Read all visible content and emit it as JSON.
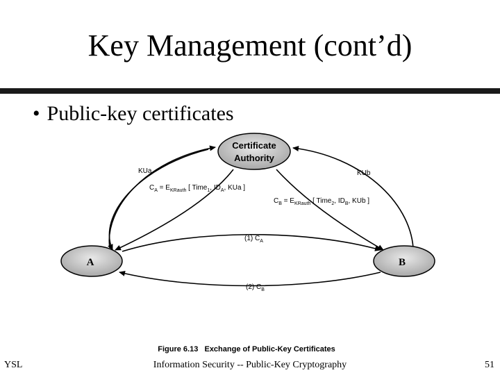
{
  "slide": {
    "title": "Key Management (cont’d)",
    "bullet": "Public-key certificates",
    "bullet_marker": "•"
  },
  "diagram": {
    "ca_line1": "Certificate",
    "ca_line2": "Authority",
    "node_a": "A",
    "node_b": "B",
    "kua_label": "KUa",
    "kub_label": "KUb",
    "cert_a": {
      "c": "C",
      "c_sub": "A",
      "eq": " = E",
      "e_sub": "KRauth",
      "open": " [ Time",
      "t_sub": "1",
      "mid": ", ID",
      "id_sub": "A",
      "close": ", KUa ]"
    },
    "cert_b": {
      "c": "C",
      "c_sub": "B",
      "eq": " = E",
      "e_sub": "KRauth",
      "open": " [ Time",
      "t_sub": "2",
      "mid": ", ID",
      "id_sub": "B",
      "close": ", KUb ]"
    },
    "msg1": {
      "main": "(1) C",
      "sub": "A"
    },
    "msg2": {
      "main": "(2) C",
      "sub": "B"
    },
    "caption": "Figure 6.13   Exchange of Public-Key Certificates"
  },
  "footer": {
    "left": "YSL",
    "center": "Information Security -- Public-Key Cryptography",
    "page": "51"
  },
  "colors": {
    "rule": "#1a1a1a",
    "ellipse_fill": "#bdbdbd",
    "ellipse_stroke": "#000000"
  }
}
